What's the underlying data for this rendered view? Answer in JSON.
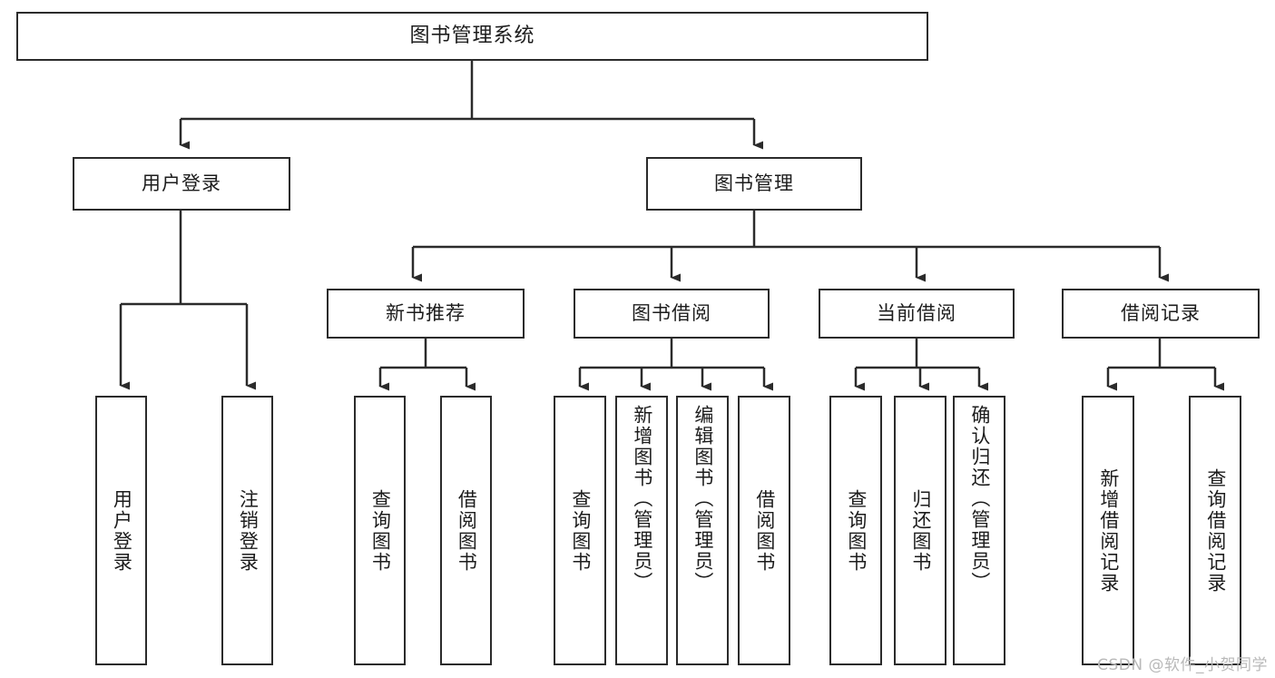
{
  "diagram": {
    "title": "图书管理系统",
    "type": "tree-hierarchy-diagram",
    "colors": {
      "stroke": "#2b2b2b",
      "fill": "#ffffff",
      "text": "#1c1c1c",
      "watermark": "#b9b9b9"
    },
    "root": {
      "label": "图书管理系统"
    },
    "level1": [
      {
        "label": "用户登录"
      },
      {
        "label": "图书管理"
      }
    ],
    "level2": [
      {
        "label": "新书推荐"
      },
      {
        "label": "图书借阅"
      },
      {
        "label": "当前借阅"
      },
      {
        "label": "借阅记录"
      }
    ],
    "leaves": {
      "user_login": [
        {
          "label": "用户登录"
        },
        {
          "label": "注销登录"
        }
      ],
      "new_book": [
        {
          "label": "查询图书"
        },
        {
          "label": "借阅图书"
        }
      ],
      "borrow_book": [
        {
          "label": "查询图书"
        },
        {
          "label": "新增图书（管理员）"
        },
        {
          "label": "编辑图书（管理员）"
        },
        {
          "label": "借阅图书"
        }
      ],
      "current_borrow": [
        {
          "label": "查询图书"
        },
        {
          "label": "归还图书"
        },
        {
          "label": "确认归还（管理员）"
        }
      ],
      "borrow_record": [
        {
          "label": "新增借阅记录"
        },
        {
          "label": "查询借阅记录"
        }
      ]
    },
    "watermark": "CSDN @软件_小贺同学"
  }
}
